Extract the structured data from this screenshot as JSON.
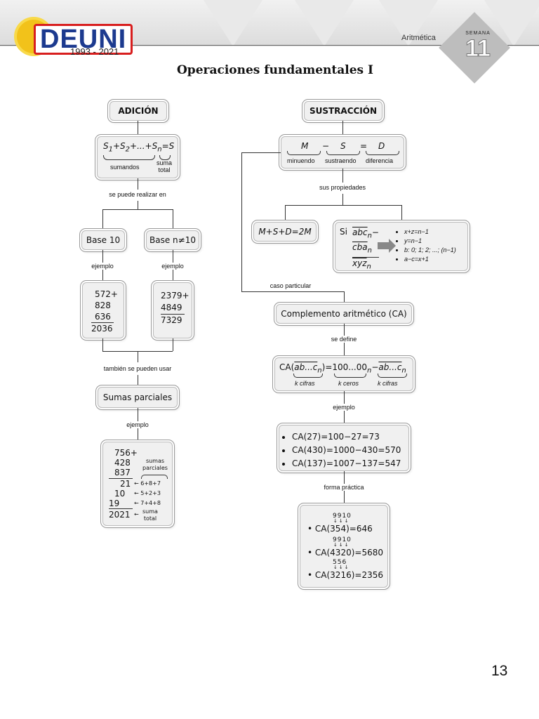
{
  "header": {
    "logo_text": "DEUNI",
    "years": "1993 - 2021",
    "subject": "Aritmética",
    "week_label": "SEMANA",
    "week_number": "11",
    "page_title": "Operaciones fundamentales I",
    "page_number": "13"
  },
  "adicion": {
    "title": "ADICIÓN",
    "formula": "S1+S2+...+Sn=S",
    "sumandos": "sumandos",
    "suma": "suma",
    "total": "total",
    "link1": "se puede realizar en",
    "base10": "Base 10",
    "base_n": "Base n≠10",
    "ejemplo": "ejemplo",
    "ex10": [
      "572+",
      "828",
      "636",
      "2036"
    ],
    "exn": [
      "2379+",
      "4849",
      "7329"
    ],
    "link2": "también se pueden usar",
    "parciales": "Sumas parciales",
    "ex_parc": {
      "rows": [
        "756+",
        "428",
        "837",
        "21",
        "10",
        "19",
        "2021"
      ],
      "sumas_parciales": "sumas parciales",
      "s1": "6+8+7",
      "s2": "5+2+3",
      "s3": "7+4+8",
      "suma": "suma",
      "total": "total"
    }
  },
  "sustraccion": {
    "title": "SUSTRACCIÓN",
    "M": "M",
    "S": "S",
    "D": "D",
    "minuendo": "minuendo",
    "sustraendo": "sustraendo",
    "diferencia": "diferencia",
    "link1": "sus propiedades",
    "prop1": "M+S+D=2M",
    "si": "Si",
    "props": [
      "x+z=n−1",
      "y=n−1",
      "b: 0; 1; 2; ...; (n−1)",
      "a−c=x+1"
    ],
    "caso": "caso particular",
    "ca_title": "Complemento aritmético (CA)",
    "se_define": "se define",
    "ca_def": "CA(ab...cn)=100...00n−ab...cn",
    "k_cifras": "k cifras",
    "k_ceros": "k ceros",
    "ejemplo": "ejemplo",
    "ca_ex": [
      "CA(27)=100−27=73",
      "CA(430)=1000−430=570",
      "CA(137)=1007−137=547"
    ],
    "forma": "forma práctica",
    "fp": [
      {
        "top": "9910",
        "eq": "CA(354)=646"
      },
      {
        "top": "9910",
        "eq": "CA(4320)=5680"
      },
      {
        "top": "556",
        "eq": "CA(3216)=2356"
      }
    ]
  }
}
